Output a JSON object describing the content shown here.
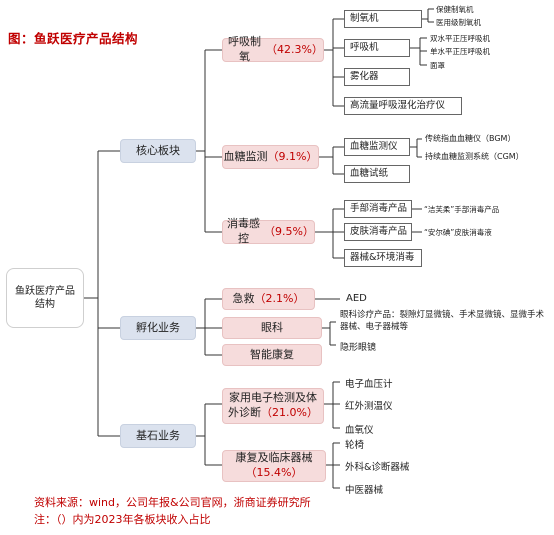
{
  "title": "图：鱼跃医疗产品结构",
  "root": {
    "label": "鱼跃医疗产品结构"
  },
  "categories": [
    {
      "name": "核心板块",
      "subs": [
        {
          "name": "呼吸制氧",
          "pct": "（42.3%）",
          "items": [
            {
              "label": "制氧机",
              "notes": [
                "保健制氧机",
                "医用级制氧机"
              ]
            },
            {
              "label": "呼吸机",
              "notes": [
                "双水平正压呼吸机",
                "单水平正压呼吸机",
                "面罩"
              ]
            },
            {
              "label": "雾化器",
              "notes": []
            },
            {
              "label": "高流量呼吸湿化治疗仪",
              "notes": []
            }
          ]
        },
        {
          "name": "血糖监测",
          "pct": "（9.1%）",
          "items": [
            {
              "label": "血糖监测仪",
              "notes": [
                "传统指血血糖仪（BGM）",
                "持续血糖监测系统（CGM）"
              ]
            },
            {
              "label": "血糖试纸",
              "notes": []
            }
          ]
        },
        {
          "name": "消毒感控",
          "pct": "（9.5%）",
          "items": [
            {
              "label": "手部消毒产品",
              "notes": [
                "“洁芙柔”手部消毒产品"
              ]
            },
            {
              "label": "皮肤消毒产品",
              "notes": [
                "“安尔碘”皮肤消毒液"
              ]
            },
            {
              "label": "器械&环境消毒",
              "notes": []
            }
          ]
        }
      ]
    },
    {
      "name": "孵化业务",
      "subs": [
        {
          "name": "急救",
          "pct": "（2.1%）",
          "items": [
            "AED"
          ]
        },
        {
          "name": "眼科",
          "pct": "",
          "items": [
            "眼科诊疗产品：裂隙灯显微镜、手术显微镜、显微手术器械、电子器械等",
            "隐形眼镜"
          ]
        },
        {
          "name": "智能康复",
          "pct": "",
          "items": []
        }
      ]
    },
    {
      "name": "基石业务",
      "subs": [
        {
          "name": "家用电子检测及体外诊断",
          "pct": "（21.0%）",
          "items": [
            "电子血压计",
            "红外测温仪",
            "血氧仪"
          ]
        },
        {
          "name": "康复及临床器械",
          "pct": "（15.4%）",
          "items": [
            "轮椅",
            "外科&诊断器械",
            "中医器械"
          ]
        }
      ]
    }
  ],
  "source": "资料来源：wind，公司年报&公司官网，浙商证券研究所",
  "footnote": "注：（）内为2023年各板块收入占比"
}
